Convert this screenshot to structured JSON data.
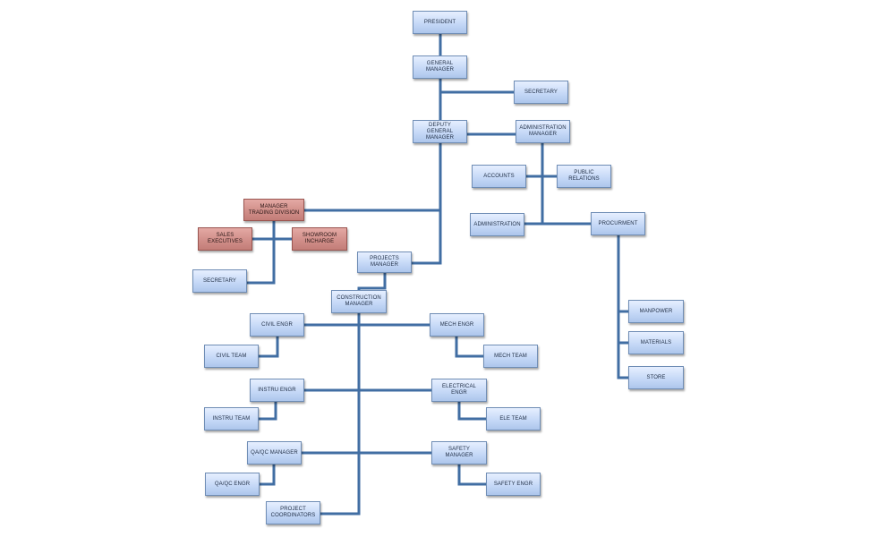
{
  "colors": {
    "line": "#416ea3",
    "box_fill": "#c6d9f7",
    "box_border": "#6f8db5",
    "highlight_fill": "#d18f8a",
    "highlight_border": "#9a5550"
  },
  "nodes": {
    "president": "PRESIDENT",
    "general_manager": "GENERAL\nMANAGER",
    "secretary_top": "SECRETARY",
    "deputy_general_manager": "DEPUTY GENERAL\nMANAGER",
    "administration_manager": "ADMINISTRATION\nMANAGER",
    "accounts": "ACCOUNTS",
    "public_relations": "PUBLIC RELATIONS",
    "administration": "ADMINISTRATION",
    "procurement": "PROCURMENT",
    "manager_trading_division": "MANAGER\nTRADING DIVISION",
    "sales_executives": "SALES EXECUTIVES",
    "showroom_incharge": "SHOWROOM\nINCHARGE",
    "secretary_trading": "SECRETARY",
    "projects_manager": "PROJECTS\nMANAGER",
    "construction_manager": "CONSTRUCTION\nMANAGER",
    "civil_engr": "CIVIL ENGR",
    "civil_team": "CIVIL TEAM",
    "mech_engr": "MECH ENGR",
    "mech_team": "MECH TEAM",
    "instru_engr": "INSTRU ENGR",
    "instru_team": "INSTRU TEAM",
    "electrical_engr": "ELECTRICAL ENGR",
    "ele_team": "ELE TEAM",
    "qa_qc_manager": "QA/QC MANAGER",
    "qa_qc_engr": "QA/QC ENGR",
    "safety_manager": "SAFETY MANAGER",
    "safety_engr": "SAFETY ENGR",
    "project_coordinators": "PROJECT\nCOORDINATORS",
    "manpower": "MANPOWER",
    "materials": "MATERIALS",
    "store": "STORE"
  }
}
